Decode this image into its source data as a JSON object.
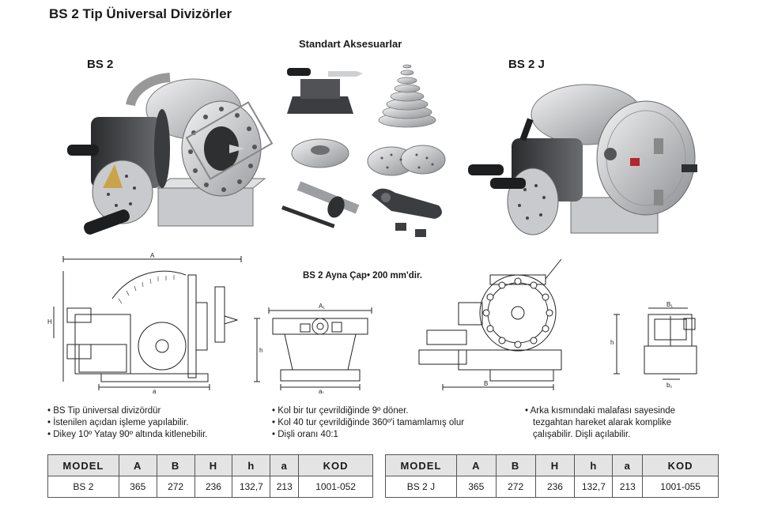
{
  "title": "BS 2 Tip Üniversal Divizörler",
  "accessories_title": "Standart Aksesuarlar",
  "left_model": "BS 2",
  "right_model": "BS 2 J",
  "chuck_caption": "BS 2 Ayna Çap• 200 mm'dir.",
  "features_col1": [
    "• BS Tip üniversal divizördür",
    "• İstenilen açıdan işleme yapılabilir.",
    "• Dikey 10º Yatay 90º altında kitlenebilir."
  ],
  "features_col2": [
    "• Kol bir tur çevrildiğinde 9º döner.",
    "• Kol 40 tur çevrildiğinde 360º'i tamamlamış olur",
    "• Dişli oranı 40:1"
  ],
  "features_col3": [
    "• Arka kısmındaki malafası sayesinde",
    "tezgahtan hareket alarak komplike",
    "çalışabilir. Dişli açılabilir."
  ],
  "table_headers": [
    "MODEL",
    "A",
    "B",
    "H",
    "h",
    "a",
    "KOD"
  ],
  "table_left_row": [
    "BS 2",
    "365",
    "272",
    "236",
    "132,7",
    "213",
    "1001-052"
  ],
  "table_right_row": [
    "BS 2 J",
    "365",
    "272",
    "236",
    "132,7",
    "213",
    "1001-055"
  ],
  "dimension_labels": {
    "A": "A",
    "H": "H",
    "h": "h",
    "a": "a",
    "A1": "A₁",
    "a1": "a₁",
    "B": "B",
    "B1": "B₁",
    "b1": "b₁"
  },
  "colors": {
    "metal_light": "#d9dadc",
    "metal_mid": "#a9abae",
    "metal_dark": "#3b3d40",
    "line": "#222222",
    "header_bg": "#e4e4e4"
  }
}
